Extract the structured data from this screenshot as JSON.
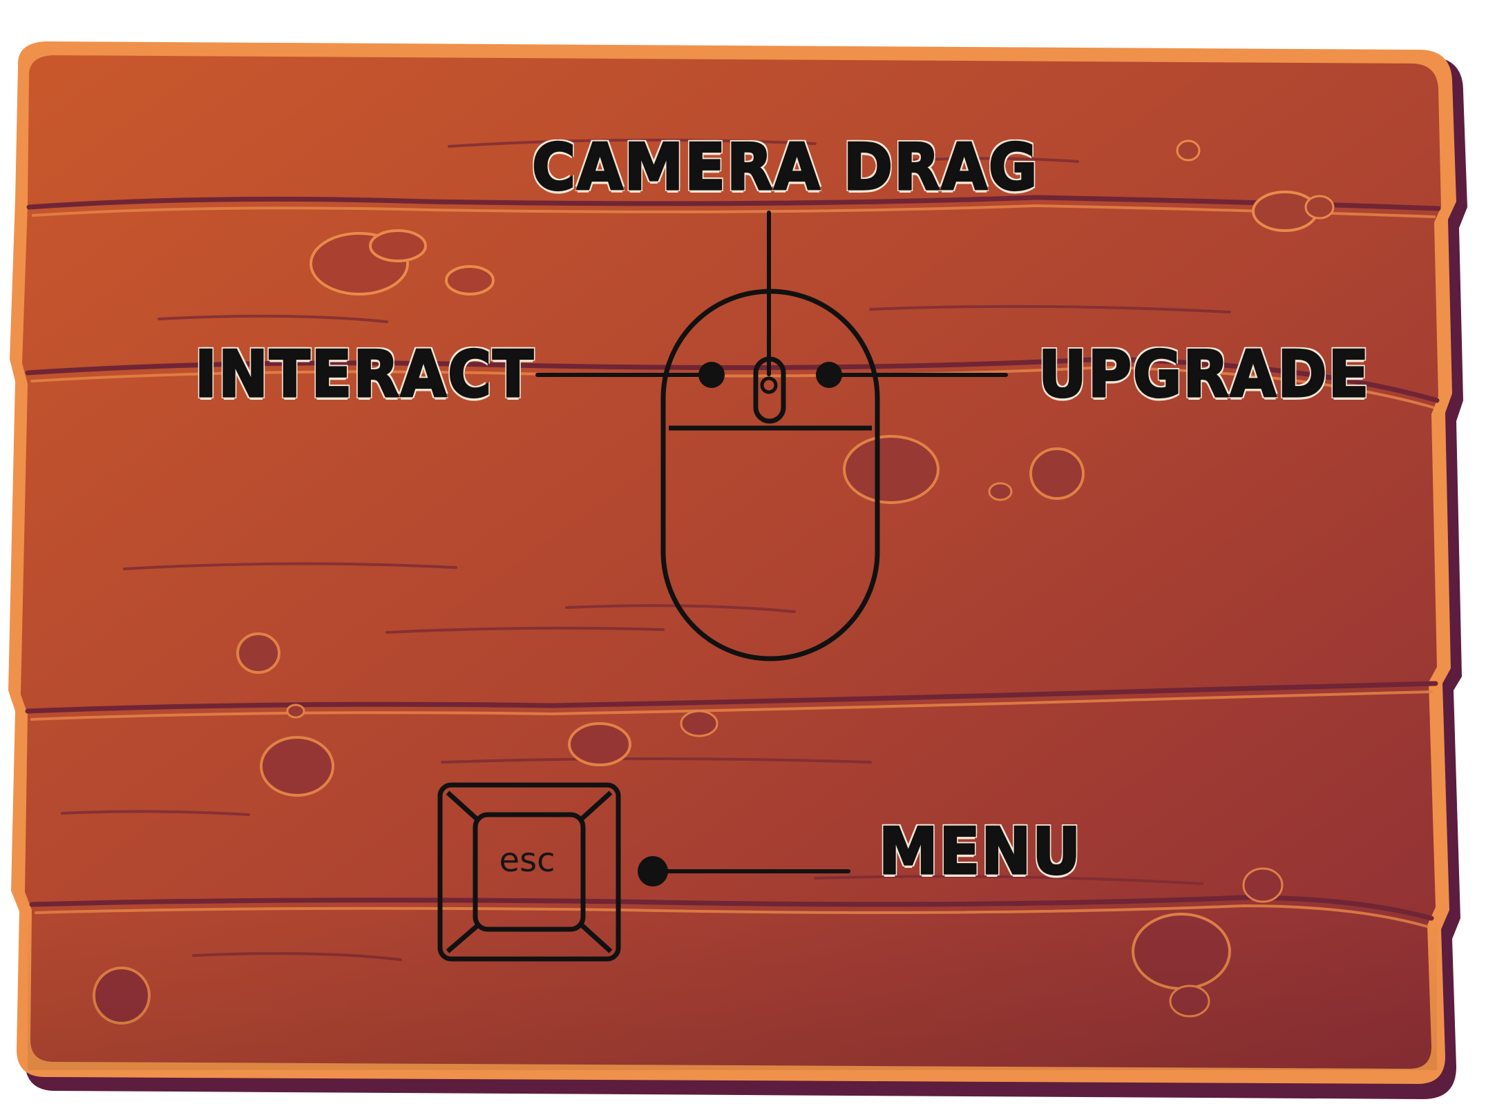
{
  "screen": {
    "title": "Controls"
  },
  "controls": {
    "mouse": {
      "middle_label": "CAMERA DRAG",
      "left_label": "INTERACT",
      "right_label": "UPGRADE"
    },
    "keyboard": {
      "key_label": "esc",
      "action_label": "MENU"
    }
  },
  "colors": {
    "board_light": "#c8562c",
    "board_dark": "#8b2f35",
    "board_edge_highlight": "#f0944c",
    "board_shadow": "#5e1e3d",
    "ink": "#111111"
  },
  "icons": [
    "mouse-icon",
    "escape-key-icon",
    "wooden-board"
  ]
}
